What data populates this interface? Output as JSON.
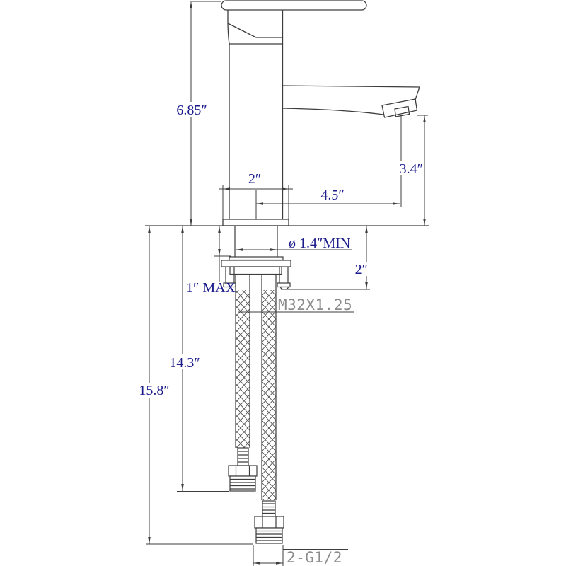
{
  "colors": {
    "dimension_text": "#1b1b8c",
    "technical_text": "#8c8c8c",
    "line": "#3d3d3d",
    "background": "#ffffff"
  },
  "labels": {
    "overall_height": "6.85″",
    "flange_width": "2″",
    "spout_reach": "4.5″",
    "spout_outlet_height": "3.4″",
    "min_hole_diameter": "ø 1.4″MIN",
    "below_deck_clearance": "2″",
    "max_deck_thickness": "1″ MAX",
    "shank_thread": "M32X1.25",
    "short_hose_drop": "14.3″",
    "long_hose_drop": "15.8″",
    "supply_connections": "2-G1/2"
  }
}
